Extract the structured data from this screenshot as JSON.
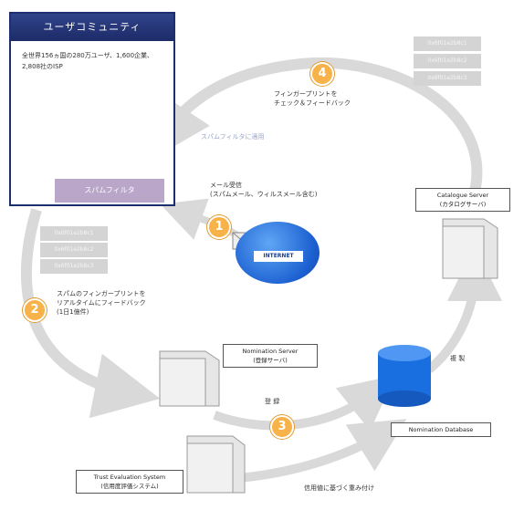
{
  "user_community": {
    "title": "ユーザコミュニティ",
    "description": "全世界156ヵ国の280万ユーザ、1,600企業、2,808社のISP",
    "spam_button": "スパムフィルタ"
  },
  "steps": {
    "s1": "1",
    "s2": "2",
    "s3": "3",
    "s4": "4"
  },
  "labels": {
    "mail_receive": "メール受信\n(スパムメール、ウィルスメール含む)",
    "spam_feedback_label": "スパムのフィンガープリントを\nリアルタイムにフィードバック\n(1日1億件)",
    "fingerprint_check": "フィンガープリントを\nチェック＆フィードバック",
    "spam_filter_apply": "スパムフィルタに適用",
    "register": "登 録",
    "replicate": "複 製",
    "trust_weighting": "信用値に基づく重み付け"
  },
  "servers": {
    "catalogue": "Catalogue Server\n(カタログサーバ)",
    "nomination": "Nomination Server\n(登録サーバ)",
    "nomination_db": "Nomination Database",
    "trust": "Trust Evaluation System\n(信用度評価システム)"
  },
  "internet_label": "INTERNET",
  "grey_rows_left": [
    "0x6f01e2b8c1",
    "0x6f01e2b8c2",
    "0x6f01e2b8c3"
  ],
  "grey_rows_right": [
    "0x6f01e2b8c1",
    "0x6f01e2b8c2",
    "0x6f01e2b8c3"
  ],
  "colors": {
    "step_orange": "#f7b24a",
    "arrow_grey": "#d9d9d9",
    "box_navy": "#1c2f6e",
    "db_blue": "#1a6fe0"
  }
}
